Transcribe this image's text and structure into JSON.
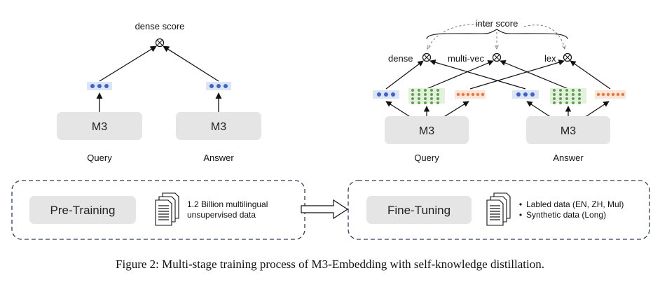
{
  "diagram": {
    "pretrain": {
      "top_label": "dense score",
      "model_label": "M3",
      "query_label": "Query",
      "answer_label": "Answer"
    },
    "finetune": {
      "inter_score_label": "inter score",
      "dense_label": "dense",
      "multivec_label": "multi-vec",
      "lex_label": "lex",
      "model_label": "M3",
      "query_label": "Query",
      "answer_label": "Answer"
    },
    "stages": {
      "pretraining_label": "Pre-Training",
      "pretraining_data_line1": "1.2 Billion multilingual",
      "pretraining_data_line2": "unsupervised data",
      "finetuning_label": "Fine-Tuning",
      "finetuning_items": [
        "Labled data (EN, ZH, Mul)",
        "Synthetic data (Long)"
      ]
    },
    "caption": "Figure 2: Multi-stage training process of M3-Embedding with self-knowledge distillation."
  },
  "colors": {
    "dense_dot": "#3d63c8",
    "dense_bg": "#dce5f5",
    "multivec_dot": "#5aa04a",
    "multivec_bg": "#e3f0dd",
    "lex_dot": "#e8793a",
    "lex_bg": "#fbe5d8",
    "box_fill": "#e5e5e5",
    "dashed_border": "#2f3f5c"
  }
}
